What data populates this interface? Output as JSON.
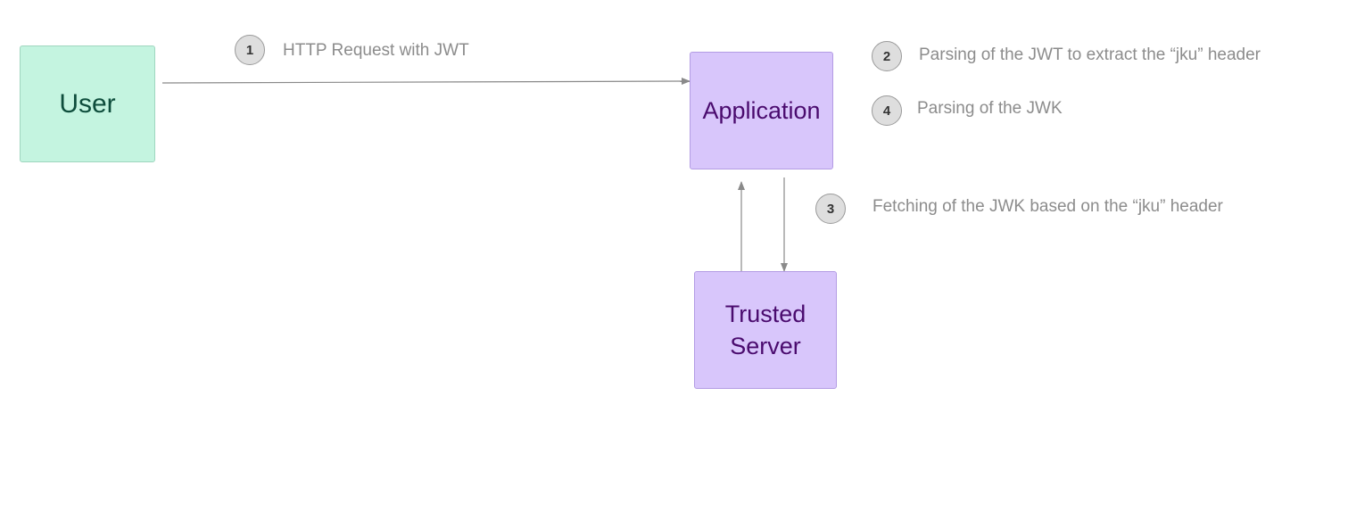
{
  "nodes": {
    "user": "User",
    "application": "Application",
    "trusted_server_line1": "Trusted",
    "trusted_server_line2": "Server"
  },
  "steps": [
    {
      "number": "1",
      "text": "HTTP Request with JWT"
    },
    {
      "number": "2",
      "text": "Parsing of the JWT to extract the “jku” header"
    },
    {
      "number": "3",
      "text": "Fetching of the JWK based on the “jku” header"
    },
    {
      "number": "4",
      "text": "Parsing of the JWK"
    }
  ],
  "colors": {
    "user_fill": "#c4f4e0",
    "app_fill": "#d8c6fb",
    "connector": "#8a8a8a",
    "label_text": "#8c8c8c"
  }
}
